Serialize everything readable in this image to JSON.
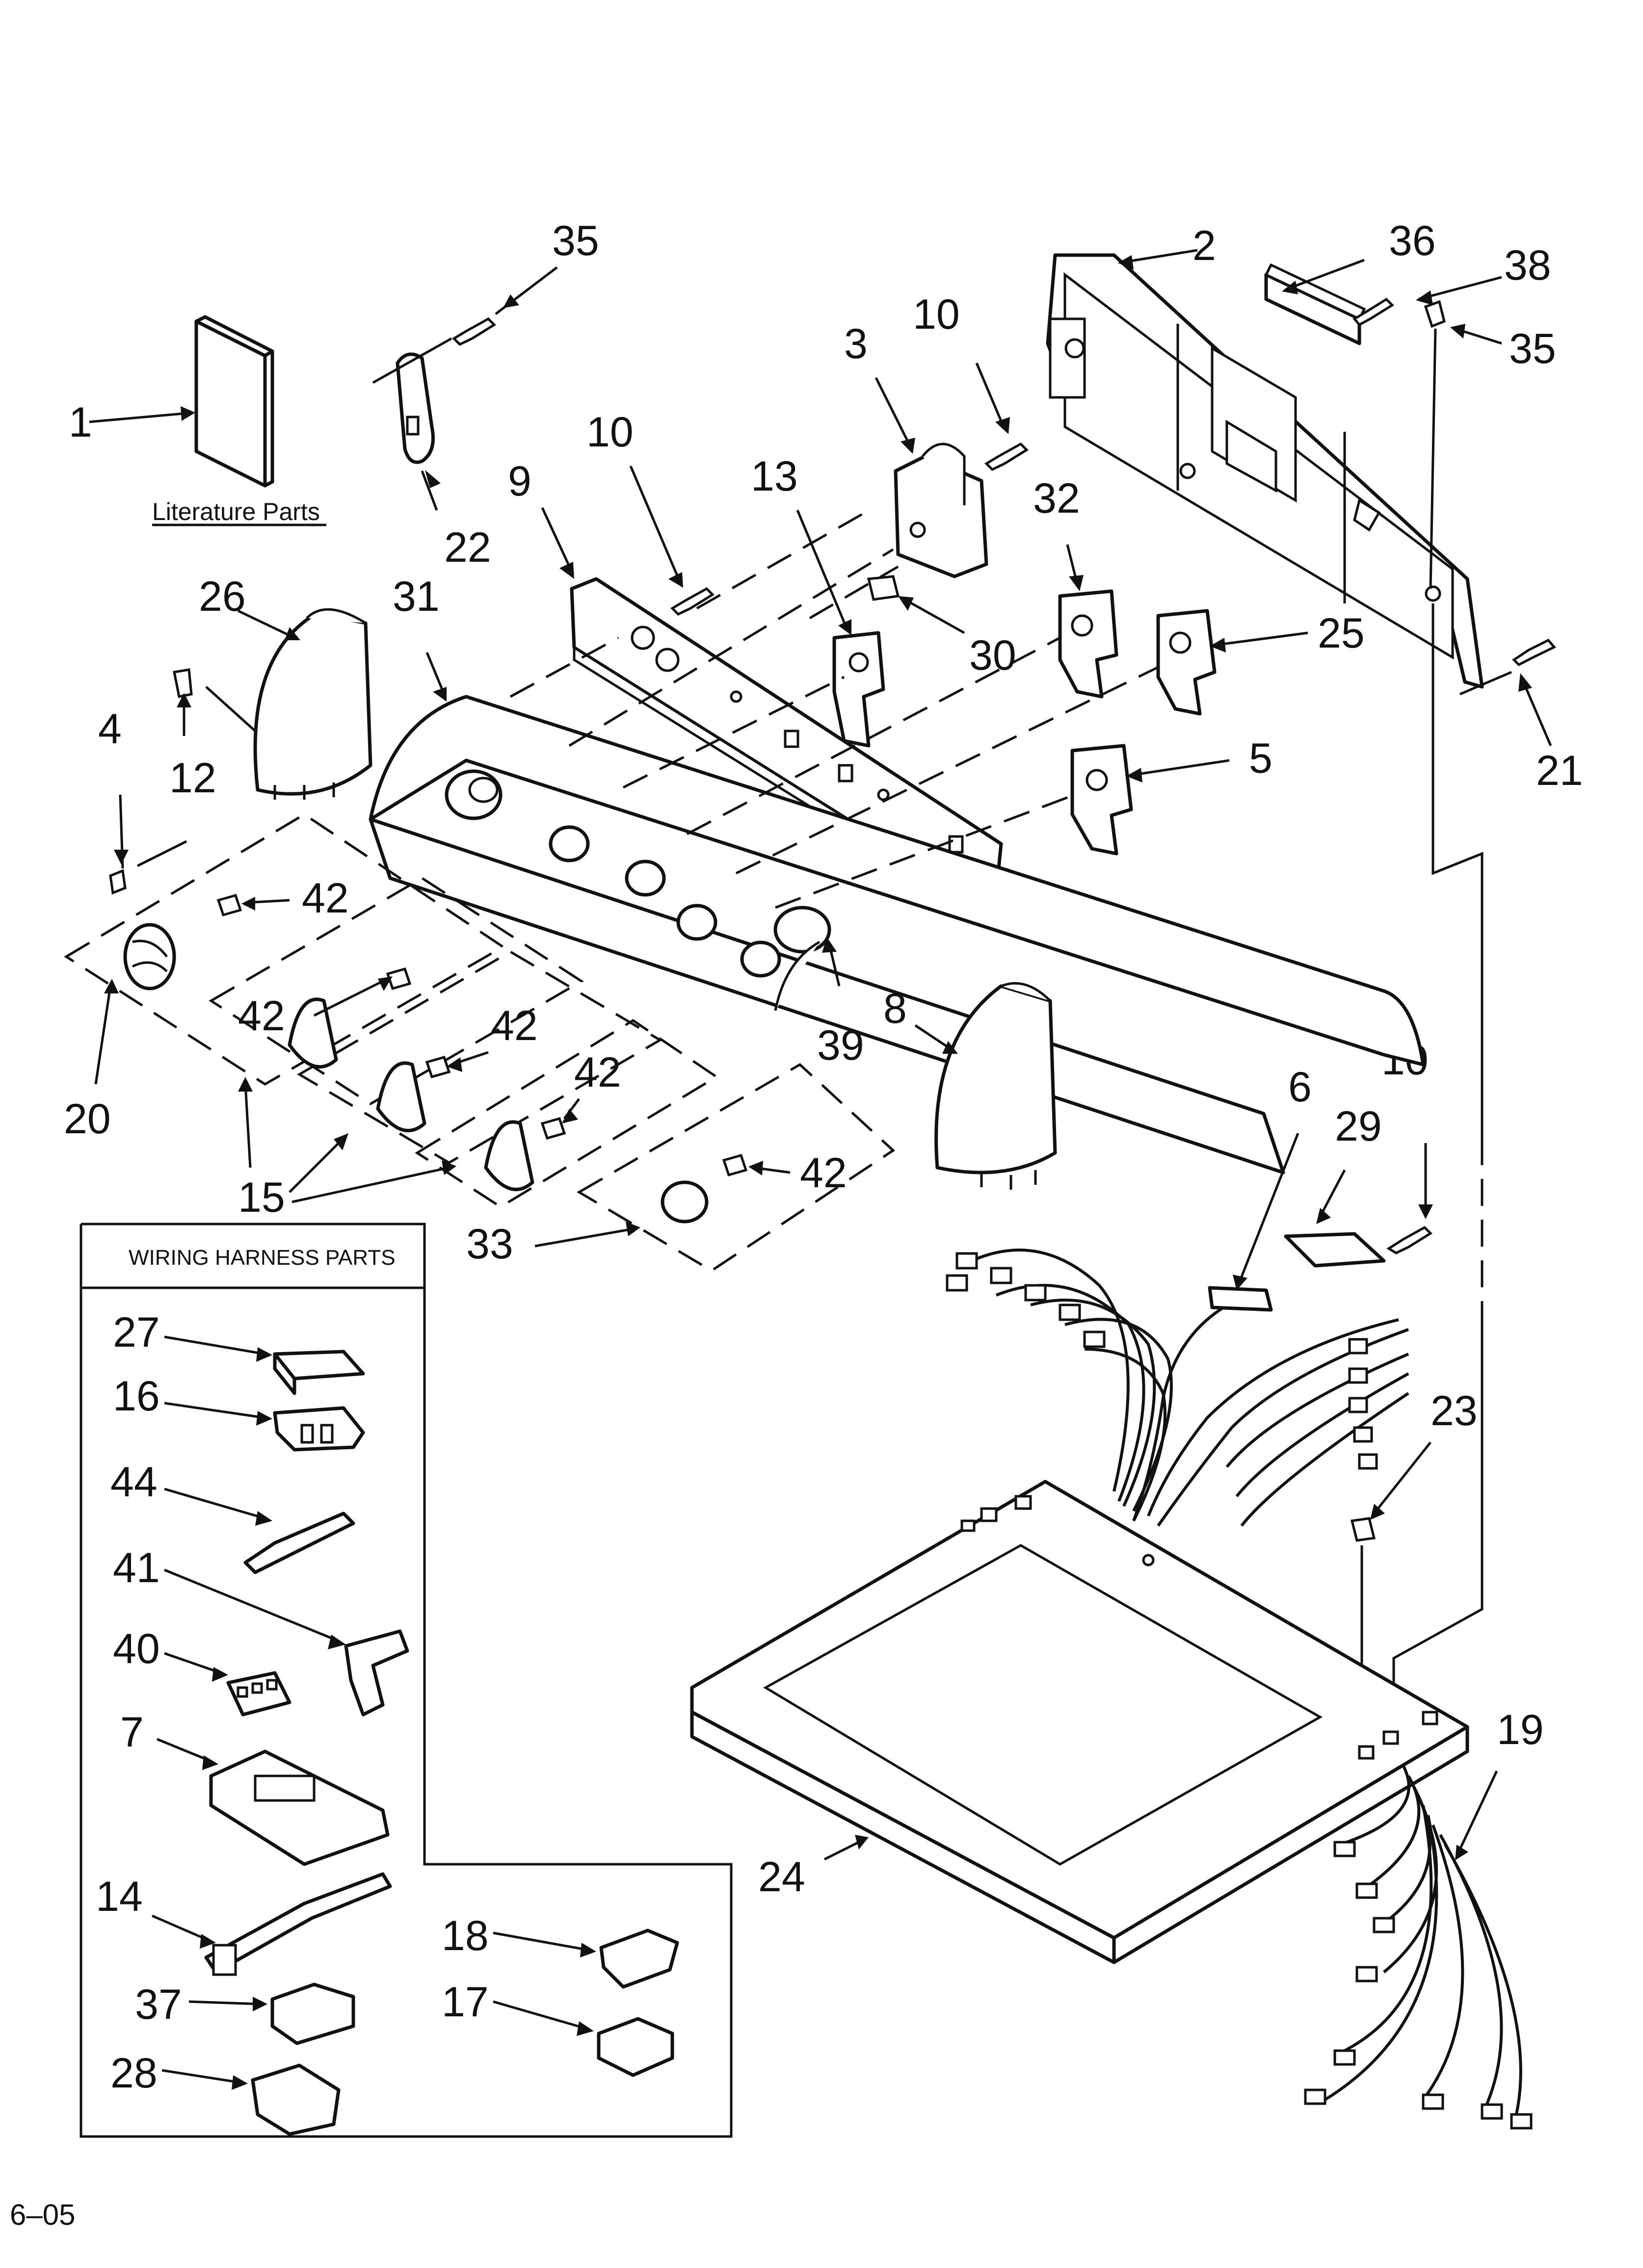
{
  "callouts": {
    "c1": "1",
    "c2": "2",
    "c3": "3",
    "c4": "4",
    "c5": "5",
    "c6": "6",
    "c7": "7",
    "c8": "8",
    "c9": "9",
    "c10a": "10",
    "c10b": "10",
    "c10c": "10",
    "c12": "12",
    "c13": "13",
    "c14": "14",
    "c15": "15",
    "c16": "16",
    "c17": "17",
    "c18": "18",
    "c19": "19",
    "c20": "20",
    "c21": "21",
    "c22": "22",
    "c23": "23",
    "c24": "24",
    "c25": "25",
    "c26": "26",
    "c27": "27",
    "c28": "28",
    "c29": "29",
    "c30": "30",
    "c31": "31",
    "c32": "32",
    "c33": "33",
    "c35a": "35",
    "c35b": "35",
    "c36": "36",
    "c37": "37",
    "c38": "38",
    "c39": "39",
    "c40": "40",
    "c41": "41",
    "c42a": "42",
    "c42b": "42",
    "c42c": "42",
    "c42d": "42",
    "c42e": "42",
    "c44": "44"
  },
  "literature_label": "Literature Parts",
  "harness_box_title": "WIRING HARNESS PARTS",
  "page_code": "6–05",
  "colors": {
    "ink": "#111111",
    "paper": "#ffffff"
  }
}
